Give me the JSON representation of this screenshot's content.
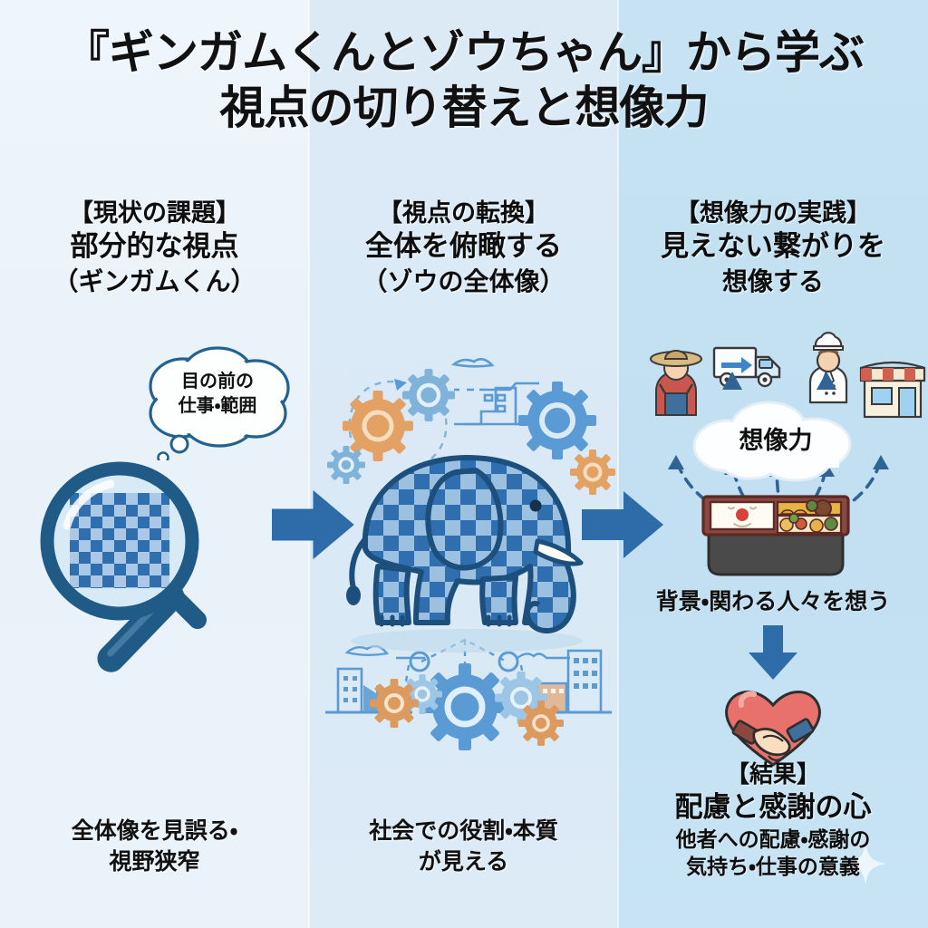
{
  "title": {
    "line1": "『ギンガムくんとゾウちゃん』から学ぶ",
    "line2": "視点の切り替えと想像力"
  },
  "colors": {
    "col1_bg": "#eaf2f9",
    "col2_bg": "#dbeaf5",
    "col3_bg": "#c5e3f2",
    "deep_blue": "#1f5b86",
    "arrow_blue": "#2d6ca8",
    "gingham_blue": "#2f6fb0",
    "gear_blue": "#5b9bd5",
    "gear_orange": "#e3a264",
    "heart_red": "#e8726b",
    "text_dark": "#111111"
  },
  "columns": [
    {
      "id": "col1",
      "bracket": "【現状の課題】",
      "heading": "部分的な視点",
      "subheading": "（ギンガムくん）",
      "thought_bubble": {
        "line1": "目の前の",
        "line2": "仕事・範囲"
      },
      "icon": "magnifier-gingham-icon",
      "footer": {
        "line1": "全体像を見誤る・",
        "line2": "視野狭窄"
      }
    },
    {
      "id": "col2",
      "bracket": "【視点の転換】",
      "heading": "全体を俯瞰する",
      "subheading": "（ゾウの全体像）",
      "icon": "gingham-elephant-icon",
      "decor": [
        "gear-icon",
        "factory-icon",
        "building-icon",
        "cloud-icon",
        "network-icon"
      ],
      "footer": {
        "line1": "社会での役割・本質",
        "line2": "が見える"
      }
    },
    {
      "id": "col3",
      "bracket": "【想像力の実践】",
      "heading": "見えない繋がりを",
      "subheading": "想像する",
      "cloud_label": "想像力",
      "actors": [
        "farmer-icon",
        "truck-icon",
        "chef-icon",
        "shop-icon"
      ],
      "center_icon": "bento-box-icon",
      "caption": "背景・関わる人々を想う",
      "result_icon": "heart-handshake-icon",
      "result": {
        "bracket": "【結果】",
        "heading": "配慮と感謝の心",
        "sub_line1": "他者への配慮・感謝の",
        "sub_line2": "気持ち・仕事の意義"
      }
    }
  ],
  "arrows": [
    {
      "name": "arrow-col1-to-col2",
      "direction": "right"
    },
    {
      "name": "arrow-col2-to-col3",
      "direction": "right"
    },
    {
      "name": "arrow-caption-to-result",
      "direction": "down"
    }
  ]
}
